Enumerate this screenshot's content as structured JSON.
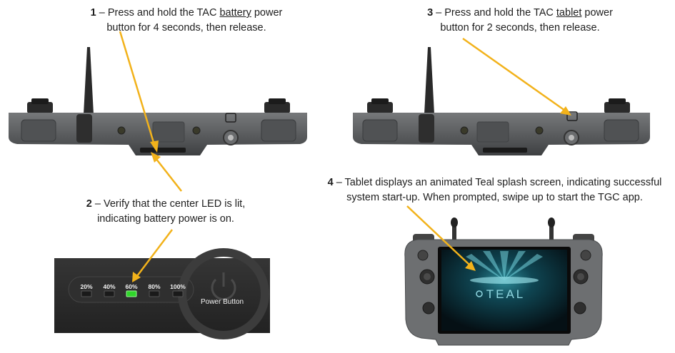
{
  "steps": [
    {
      "num": "1",
      "pre": " – Press and hold the TAC ",
      "key": "battery",
      "post": " power",
      "line2": "button for 4 seconds, then release."
    },
    {
      "num": "2",
      "pre": " – Verify that the center LED is lit,",
      "line2": "indicating battery power is on."
    },
    {
      "num": "3",
      "pre": " – Press and hold the TAC ",
      "key": "tablet",
      "post": " power",
      "line2": "button for 2 seconds, then release."
    },
    {
      "num": "4",
      "pre": " – Tablet displays an animated Teal splash screen, indicating successful",
      "line2": "system start-up. When prompted, swipe up to start the TGC app."
    }
  ],
  "battery_panel": {
    "leds": [
      "20%",
      "40%",
      "60%",
      "80%",
      "100%"
    ],
    "lit_led": "60%",
    "power_button_label": "Power Button"
  },
  "splash_logo": "TEAL",
  "colors": {
    "arrow": "#f2b21b",
    "device_body": "#5d5f60",
    "led_on": "#2fd62a",
    "panel": "#2b2b2b"
  }
}
